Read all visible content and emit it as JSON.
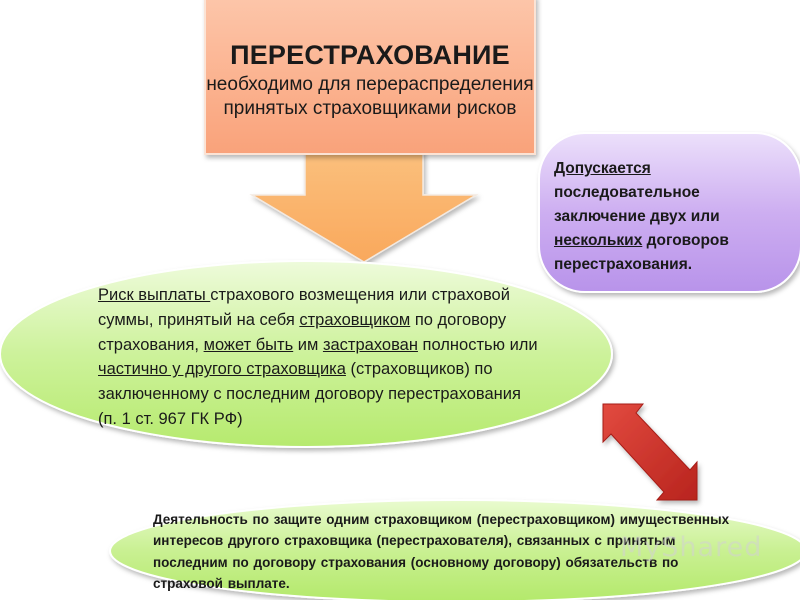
{
  "title": {
    "main": "ПЕРЕСТРАХОВАНИЕ",
    "sub": "необходимо для перераспределения принятых страховщиками рисков"
  },
  "purple_box": {
    "part1": "Допускается",
    "part2": " последовательное заключение двух или ",
    "part3": "нескольких",
    "part4": " договоров перестрахования."
  },
  "green_box": {
    "part1": "Риск выплаты ",
    "part2": "страхового возмещения или страховой суммы, принятый на себя ",
    "part3": "страховщиком",
    "part4": " по договору страхования, ",
    "part5": "может быть",
    "part6": " им ",
    "part7": "застрахован",
    "part8": " полностью или ",
    "part9": "частично у другого страховщика",
    "part10": " (страховщиков) по заключенному с последним договору перестрахования (п. 1 ст. 967 ГК РФ)"
  },
  "bottom_box": {
    "text": "Деятельность по защите одним страховщиком (перестраховщиком) имущественных интересов другого страховщика (перестрахователя), связанных с принятым последним по договору страхования (основному договору) обязательств по страховой выплате."
  },
  "watermark": "MyShared",
  "colors": {
    "title_fill": "#fbb28f",
    "down_arrow": "#fbb473",
    "purple_fill": "#c9a8ee",
    "green_fill": "#c2ee84",
    "red_arrow": "#d63a32"
  }
}
